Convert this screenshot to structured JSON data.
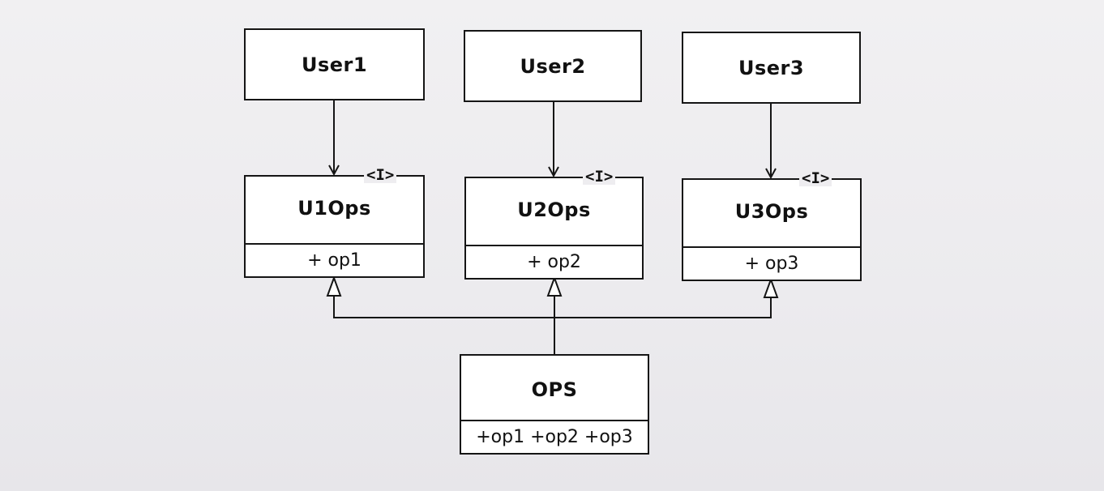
{
  "diagram": {
    "users": [
      {
        "label": "User1"
      },
      {
        "label": "User2"
      },
      {
        "label": "User3"
      }
    ],
    "interfaces": [
      {
        "stereotype": "<I>",
        "name": "U1Ops",
        "operation": "+ op1"
      },
      {
        "stereotype": "<I>",
        "name": "U2Ops",
        "operation": "+ op2"
      },
      {
        "stereotype": "<I>",
        "name": "U3Ops",
        "operation": "+ op3"
      }
    ],
    "implementation": {
      "name": "OPS",
      "operations": "+op1 +op2 +op3"
    }
  }
}
